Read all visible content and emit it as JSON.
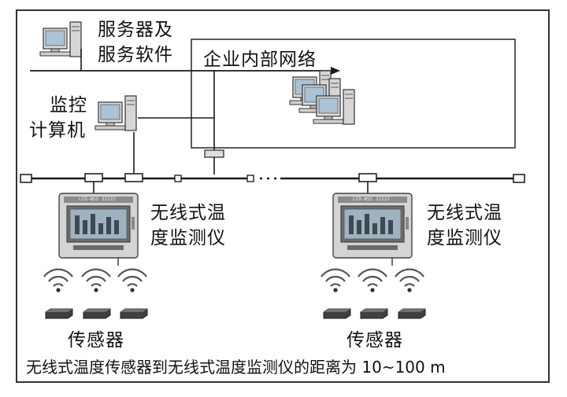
{
  "labels": {
    "server_line1": "服务器及",
    "server_line2": "服务软件",
    "intranet": "企业内部网络",
    "monitor_line1": "监控",
    "monitor_line2": "计算机",
    "instrument_line1": "无线式温",
    "instrument_line2": "度监测仪",
    "sensors": "传感器",
    "caption": "无线式温度传感器到无线式温度监测仪的距离为 10~100 m"
  },
  "devices": {
    "meter_screen_text": "LCD-WSS 22222"
  },
  "colors": {
    "line": "#1a1a1a",
    "device_body": "#cfcfcf",
    "device_dark": "#5a5a5a",
    "screen": "#9fb2bf"
  }
}
